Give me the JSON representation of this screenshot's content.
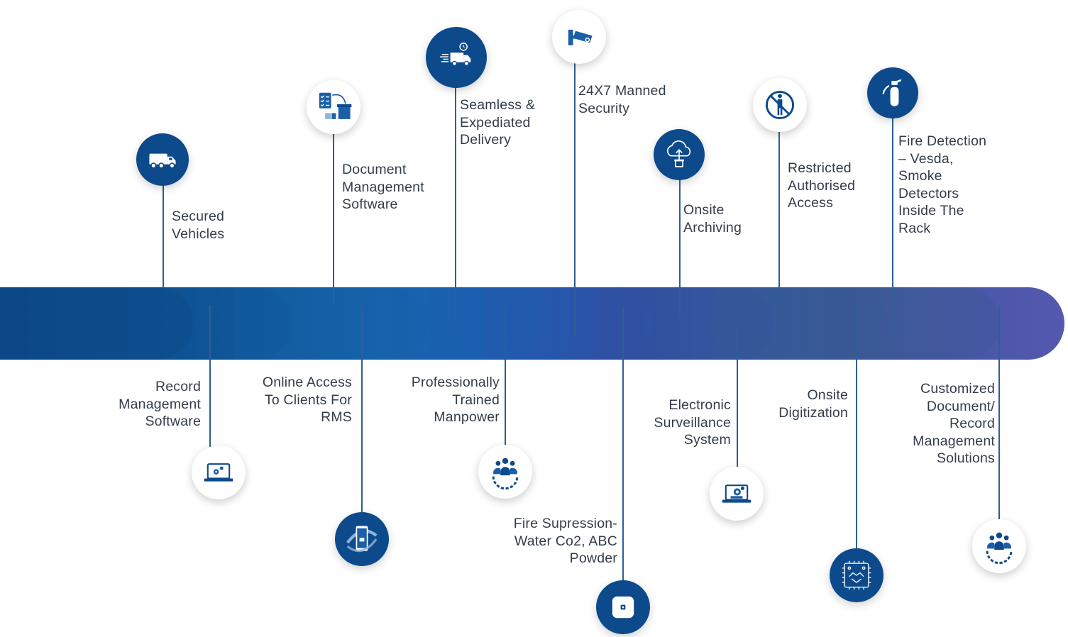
{
  "colors": {
    "primary": "#0d4a8c",
    "stem": "#2f5e96",
    "label": "#333d4a",
    "band_start": "#0d4a8c",
    "band_end": "#5559b0"
  },
  "top_items": [
    {
      "label": "Secured\nVehicles",
      "icon": "truck-icon"
    },
    {
      "label": "Document\nManagement\nSoftware",
      "icon": "checklist-to-box-icon"
    },
    {
      "label": "Seamless &\nExpediated\nDelivery",
      "icon": "fast-delivery-truck-icon"
    },
    {
      "label": "24X7 Manned\nSecurity",
      "icon": "cctv-camera-icon"
    },
    {
      "label": "Onsite\nArchiving",
      "icon": "cloud-upload-icon"
    },
    {
      "label": "Restricted\nAuthorised\nAccess",
      "icon": "no-entry-person-icon"
    },
    {
      "label": "Fire Detection\n– Vesda,\nSmoke\nDetectors\nInside The\nRack",
      "icon": "fire-extinguisher-icon"
    }
  ],
  "bottom_items": [
    {
      "label": "Record\nManagement\nSoftware",
      "icon": "laptop-gear-icon"
    },
    {
      "label": "Online Access\nTo Clients For\nRMS",
      "icon": "smartphone-icon"
    },
    {
      "label": "Professionally\nTrained\nManpower",
      "icon": "team-gear-icon"
    },
    {
      "label": "Fire Supression-\nWater Co2, ABC\nPowder",
      "icon": "sprinkler-icon"
    },
    {
      "label": "Electronic\nSurveillance\nSystem",
      "icon": "laptop-camera-icon"
    },
    {
      "label": "Onsite\nDigitization",
      "icon": "digital-handshake-icon"
    },
    {
      "label": "Customized\nDocument/\nRecord\nManagement\nSolutions",
      "icon": "team-gear-icon"
    }
  ]
}
